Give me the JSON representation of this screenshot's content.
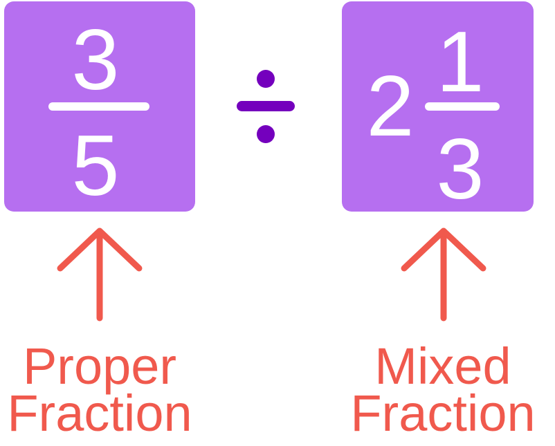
{
  "colors": {
    "card": "#b66ff0",
    "divide_symbol": "#7400bd",
    "accent": "#f0594d",
    "digit": "#ffffff"
  },
  "left_fraction": {
    "numerator": "3",
    "denominator": "5"
  },
  "right_fraction": {
    "whole": "2",
    "numerator": "1",
    "denominator": "3"
  },
  "operator": {
    "icon": "divide-icon"
  },
  "labels": {
    "left": {
      "line1": "Proper",
      "line2": "Fraction"
    },
    "right": {
      "line1": "Mixed",
      "line2": "Fraction"
    }
  },
  "arrows": {
    "icon": "arrow-up-icon"
  }
}
